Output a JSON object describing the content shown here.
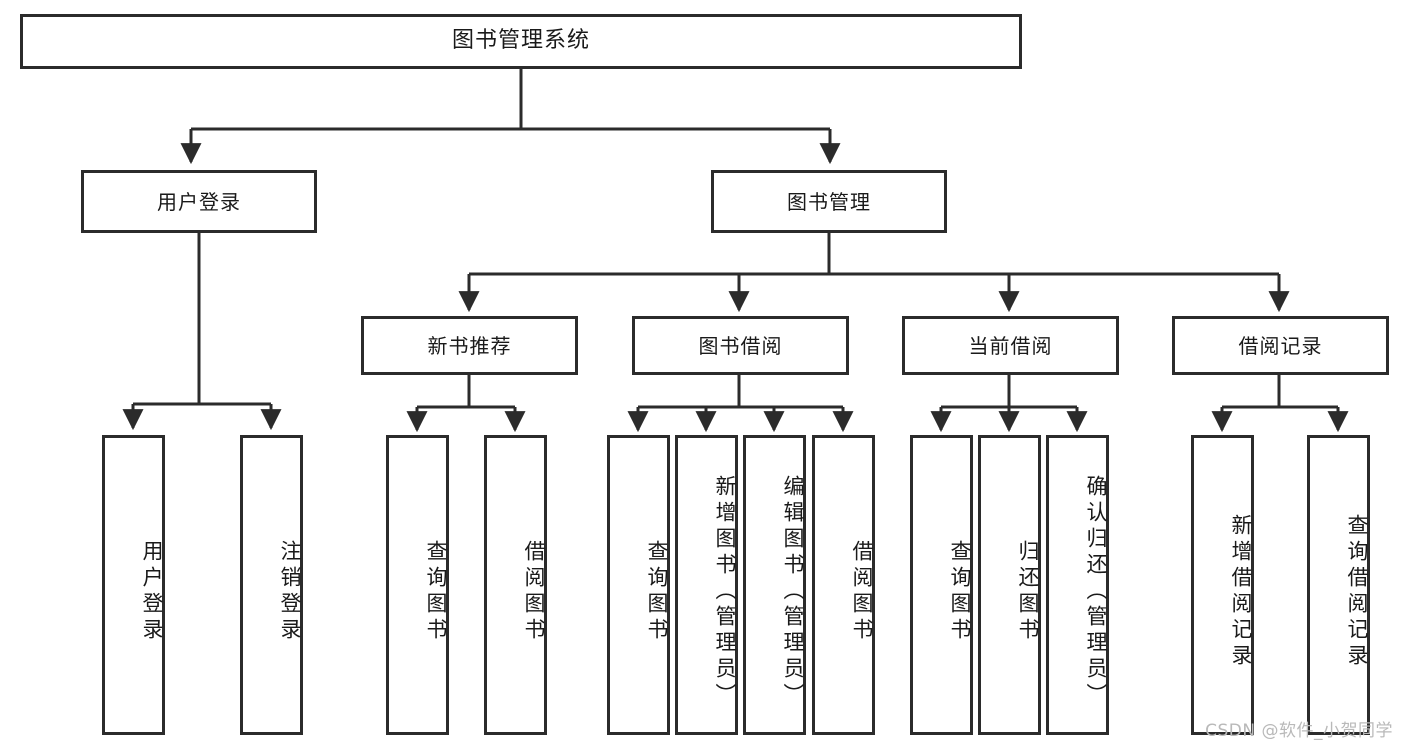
{
  "diagram": {
    "type": "tree",
    "title": "图书管理系统",
    "colors": {
      "box_border": "#2b2b2b",
      "box_fill": "#ffffff",
      "edge": "#2b2b2b",
      "text": "#1a1a1a",
      "watermark": "#b9b9b9"
    },
    "root": {
      "label": "图书管理系统"
    },
    "level1": [
      {
        "label": "用户登录"
      },
      {
        "label": "图书管理"
      }
    ],
    "level2": [
      {
        "label": "新书推荐"
      },
      {
        "label": "图书借阅"
      },
      {
        "label": "当前借阅"
      },
      {
        "label": "借阅记录"
      }
    ],
    "leaves": {
      "user_login": [
        {
          "label": "用户登录"
        },
        {
          "label": "注销登录"
        }
      ],
      "new_book_recommend": [
        {
          "label": "查询图书"
        },
        {
          "label": "借阅图书"
        }
      ],
      "book_borrow": [
        {
          "label": "查询图书"
        },
        {
          "label": "新增图书（管理员）"
        },
        {
          "label": "编辑图书（管理员）"
        },
        {
          "label": "借阅图书"
        }
      ],
      "current_borrow": [
        {
          "label": "查询图书"
        },
        {
          "label": "归还图书"
        },
        {
          "label": "确认归还（管理员）"
        }
      ],
      "borrow_record": [
        {
          "label": "新增借阅记录"
        },
        {
          "label": "查询借阅记录"
        }
      ]
    }
  },
  "watermark": {
    "text": "CSDN @软件_小贺同学"
  }
}
